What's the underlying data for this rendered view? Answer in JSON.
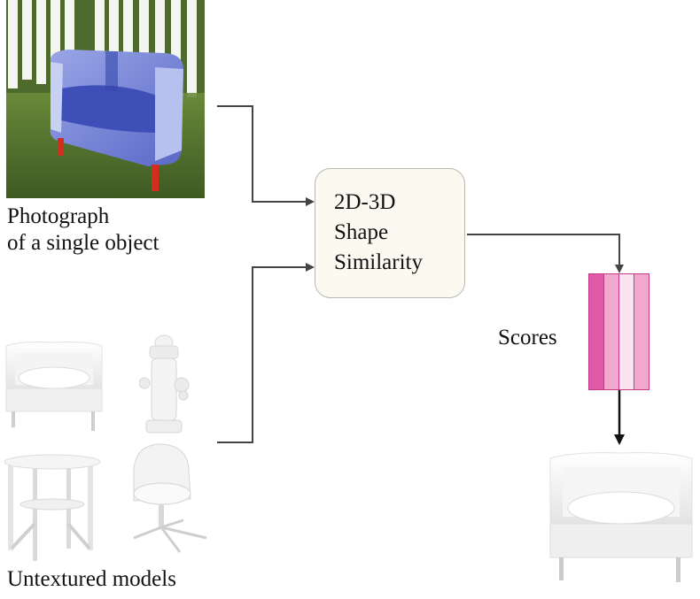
{
  "photo": {
    "caption_line1": "Photograph",
    "caption_line2": "of a single object"
  },
  "models": {
    "caption": "Untextured models",
    "items": [
      {
        "icon": "armchair-model-icon"
      },
      {
        "icon": "fire-hydrant-model-icon"
      },
      {
        "icon": "round-table-model-icon"
      },
      {
        "icon": "swivel-chair-model-icon"
      }
    ]
  },
  "process": {
    "line1": "2D-3D",
    "line2": "Shape",
    "line3": "Similarity"
  },
  "scores": {
    "label": "Scores",
    "bar_colors": [
      "#e05aa8",
      "#f2a9d0",
      "#fbe3ef",
      "#f0a8cc"
    ]
  },
  "result": {
    "icon": "retrieved-armchair-model-icon"
  },
  "colors": {
    "wire": "#444444",
    "box_fill": "#fbf9f0",
    "box_border": "#b9b9b0"
  }
}
